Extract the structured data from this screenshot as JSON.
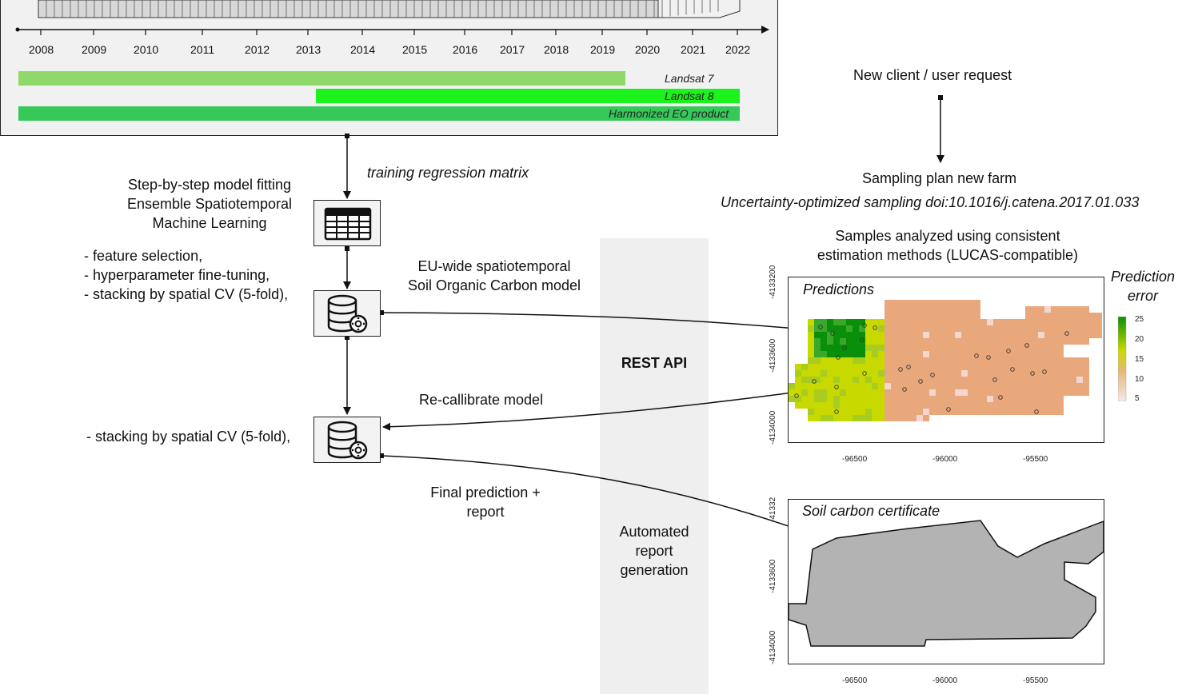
{
  "timeline": {
    "years": [
      "2008",
      "2009",
      "2010",
      "2011",
      "2012",
      "2013",
      "2014",
      "2015",
      "2016",
      "2017",
      "2018",
      "2019",
      "2020",
      "2021",
      "2022"
    ],
    "bars": [
      {
        "label": "Landsat 7",
        "color": "#8fd96b"
      },
      {
        "label": "Landsat 8",
        "color": "#1cf21c"
      },
      {
        "label": "Harmonized EO product",
        "color": "#36c95a"
      }
    ]
  },
  "left_flow": {
    "training_label": "training regression matrix",
    "model_title": [
      "Step-by-step model fitting",
      "Ensemble Spatiotemporal",
      "Machine Learning"
    ],
    "steps_1": [
      "- feature selection,",
      "- hyperparameter fine-tuning,",
      "- stacking by spatial CV (5-fold),"
    ],
    "steps_2": "- stacking by spatial CV (5-fold),"
  },
  "middle": {
    "eu_model": [
      "EU-wide spatiotemporal",
      "Soil Organic Carbon model"
    ],
    "recalibrate": "Re-callibrate model",
    "final_prediction": [
      "Final prediction +",
      "report"
    ],
    "rest_api": "REST API",
    "automated": [
      "Automated",
      "report",
      "generation"
    ]
  },
  "right_flow": {
    "new_client": "New client / user request",
    "sampling_plan": "Sampling plan new farm",
    "uncertainty": "Uncertainty-optimized sampling doi:10.1016/j.catena.2017.01.033",
    "samples_analyzed": [
      "Samples analyzed using consistent",
      "estimation methods (LUCAS-compatible)"
    ]
  },
  "map_predictions": {
    "title": "Predictions",
    "legend_title": [
      "Prediction",
      "error"
    ],
    "legend_ticks": [
      "25",
      "20",
      "15",
      "10",
      "5"
    ],
    "x_ticks": [
      "-96500",
      "-96000",
      "-95500"
    ],
    "y_ticks": [
      "-4133200",
      "-4133600",
      "-4134000"
    ],
    "colors": {
      "high": "#0a8f0a",
      "mid": "#c8d900",
      "low": "#e8a87c",
      "lowest": "#f3d6cf"
    }
  },
  "map_certificate": {
    "title": "Soil carbon certificate",
    "x_ticks": [
      "-96500",
      "-96000",
      "-95500"
    ],
    "y_ticks": [
      "-41332",
      "-4133600",
      "-4134000"
    ],
    "fill_color": "#b3b3b3"
  }
}
